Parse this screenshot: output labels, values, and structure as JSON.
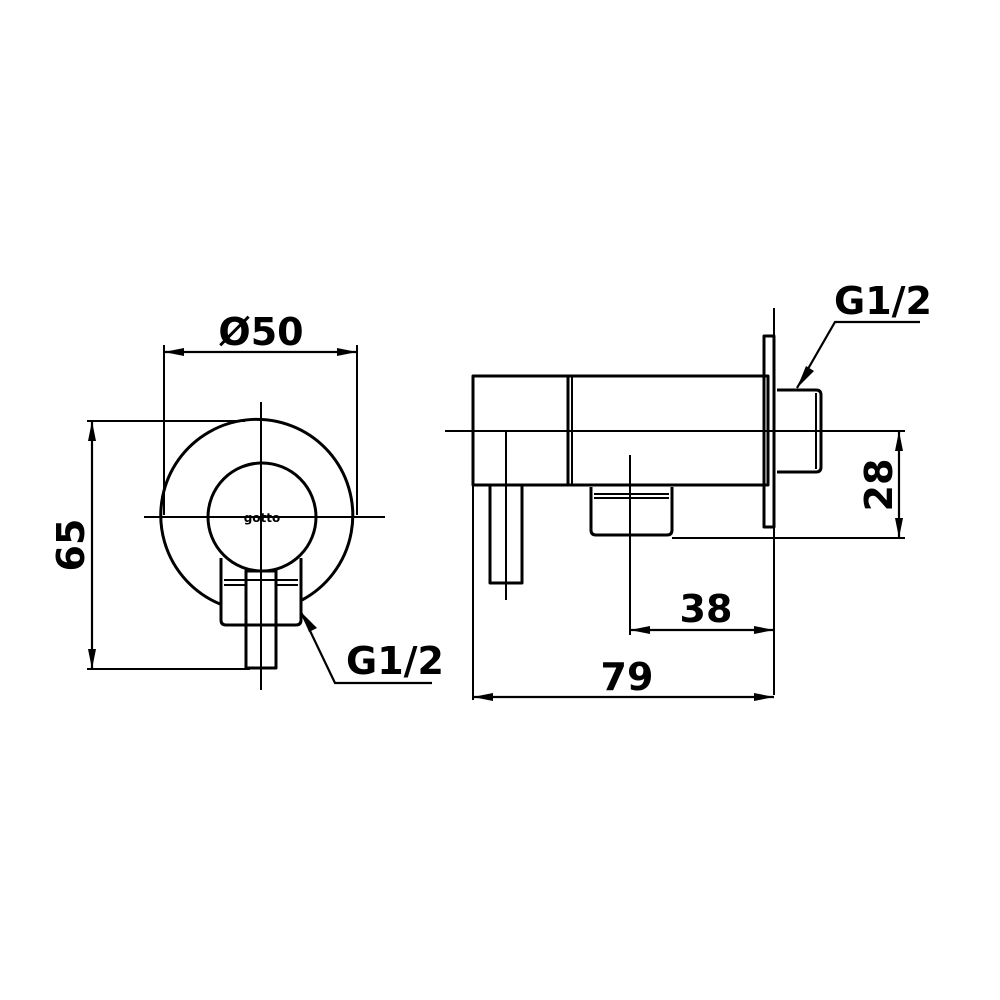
{
  "front_view": {
    "diameter_label": "Ø50",
    "height_label": "65",
    "thread_label": "G1/2",
    "logo_text": "gotto"
  },
  "side_view": {
    "thread_label": "G1/2",
    "offset_label": "28",
    "outlet_depth_label": "38",
    "total_depth_label": "79"
  },
  "colors": {
    "line": "#000000",
    "background": "#ffffff"
  }
}
